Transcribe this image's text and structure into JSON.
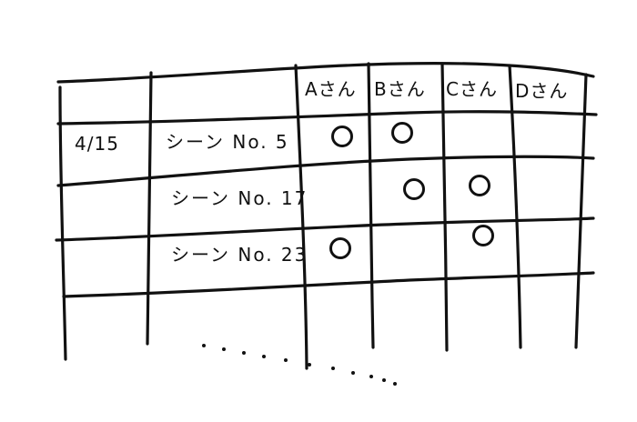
{
  "sheet": {
    "columns": [
      {
        "id": "a",
        "label": "Aさん"
      },
      {
        "id": "b",
        "label": "Bさん"
      },
      {
        "id": "c",
        "label": "Cさん"
      },
      {
        "id": "d",
        "label": "Dさん"
      }
    ],
    "rows": [
      {
        "date": "4/15",
        "scene": "シーン No. 5",
        "marks": {
          "a": true,
          "b": true,
          "c": false,
          "d": false
        }
      },
      {
        "date": "",
        "scene": "シーン No. 17",
        "marks": {
          "a": false,
          "b": true,
          "c": true,
          "d": false
        }
      },
      {
        "date": "",
        "scene": "シーン No. 23",
        "marks": {
          "a": true,
          "b": false,
          "c": true,
          "d": false
        }
      }
    ],
    "mark_symbol": "circle",
    "ink_color": "#111111",
    "paper_color": "#ffffff"
  }
}
